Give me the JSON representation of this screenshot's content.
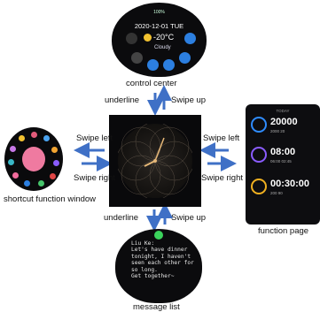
{
  "labels": {
    "control_center": "control center",
    "shortcut_function_window": "shortcut function window",
    "function_page": "function page",
    "message_list": "message list",
    "underline_top": "underline",
    "swipe_up_top": "Swipe up",
    "swipe_left_left": "Swipe left",
    "swipe_right_left": "Swipe right",
    "swipe_left_right": "Swipe left",
    "swipe_right_right": "Swipe right",
    "underline_bottom": "underline",
    "swipe_up_bottom": "Swipe up"
  },
  "control_center_screen": {
    "status": "100%",
    "date": "2020-12-01 TUE",
    "temperature": "-20°C",
    "condition": "Cloudy"
  },
  "function_page_screen": {
    "title": "TODAY",
    "rows": [
      {
        "value": "20000",
        "sub": "2000   20",
        "ring_color": "#2f8cff"
      },
      {
        "value": "08:00",
        "sub": "06:00   02:45",
        "ring_color": "#8a5cff"
      },
      {
        "value": "00:30:00",
        "sub": "200   90",
        "ring_color": "#f0b020"
      }
    ]
  },
  "message_list_screen": {
    "text": "Liu Ke:\nLet's have dinner\ntonight, I haven't\nseen each other for\nso long.\nGet together~"
  },
  "colors": {
    "arrow": "#3f70c6",
    "accent_blue": "#2c7fe0"
  }
}
